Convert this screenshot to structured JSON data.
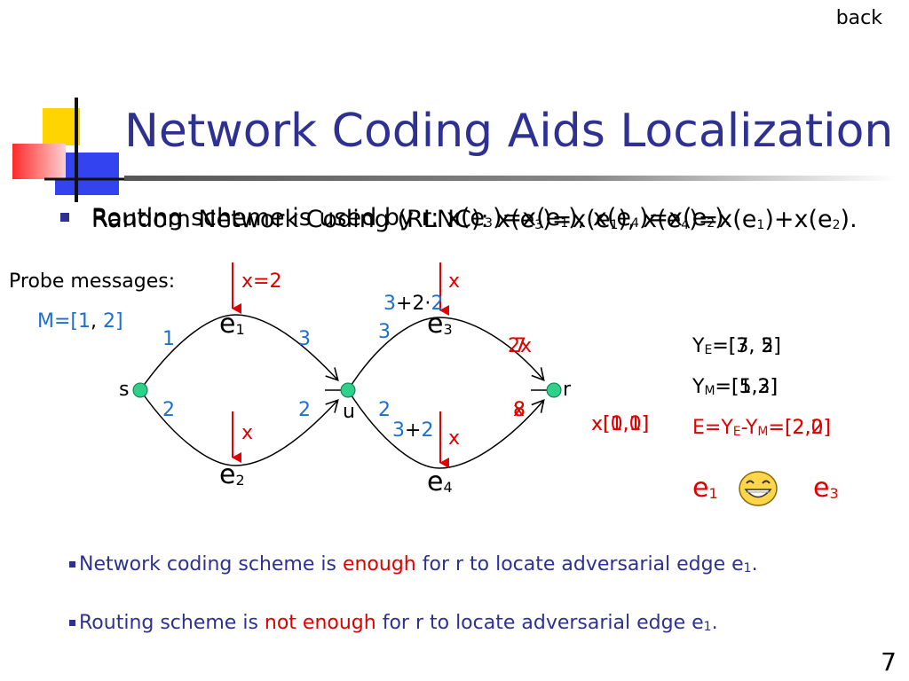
{
  "header": {
    "back_link": "back",
    "title": "Network Coding Aids Localization"
  },
  "bullet": {
    "routing_prefix": "Routing scheme is used by r: x(e",
    "routing_rest": ")=x(e",
    "routing_mid": "), x(e",
    "routing_end": ")=x(e",
    "routing_close": ").",
    "coding_prefix": "Random Network Coding (RLNC): x(e",
    "coding_a": ")=x(e",
    "coding_b": "), x(e",
    "coding_c": ")=x(e",
    "coding_d": ")+x(e",
    "coding_close": ").",
    "sub_1": "1",
    "sub_2": "2",
    "sub_3": "3",
    "sub_4": "4"
  },
  "probe": {
    "label": "Probe messages:",
    "m_prefix": "M=[",
    "m_1": "1",
    "m_sep": ", ",
    "m_2": "2",
    "m_suffix": "]"
  },
  "graph": {
    "nodes": {
      "s": "s",
      "u": "u",
      "r": "r",
      "e": "e",
      "sub_1": "1",
      "sub_2": "2",
      "sub_3": "3",
      "sub_4": "4"
    },
    "injections": {
      "e1": "x=2",
      "e2": "x",
      "e3": "x",
      "e4": "x"
    },
    "edge_labels": {
      "s_e1": "1",
      "e1_u": "3",
      "s_e2": "2",
      "e2_u": "2",
      "u_e3": "3",
      "u_e4": "2",
      "e3_combo_a": "3",
      "e3_combo_b": "+2·",
      "e3_combo_c": "2",
      "e4_combo_a": "3",
      "e4_combo_b": "+",
      "e4_combo_c": "2",
      "e3_r_a": "2x",
      "e3_r_b": "7",
      "e3_r_c": "7",
      "e4_r_a": "x",
      "e4_r_b": "8",
      "e4_r_c": "8",
      "x_vec_a": "x[1,1]",
      "x_vec_b": "x[0,0]"
    }
  },
  "results": {
    "ye_prefix": "Y",
    "ye_sub": "E",
    "ye_a": "=[7, 5]",
    "ye_b": "=[3, 2]",
    "ym_prefix": "Y",
    "ym_sub": "M",
    "ym_a": "=[1,2]",
    "ym_b": "=[5,3]",
    "e_eq_a": "E=Y",
    "e_eq_sub1": "E",
    "e_eq_b": "-Y",
    "e_eq_sub2": "M",
    "e_eq_c": "=[2,0]",
    "e_eq_c2": "=[2,2]",
    "suspect_a": "e",
    "suspect_a_sub": "1",
    "suspect_b": "e",
    "suspect_b_sub": "3"
  },
  "conclusions": {
    "line1_a": "Network coding scheme is ",
    "line1_b": "enough",
    "line1_c": " for r to locate adversarial edge e",
    "line1_sub": "1",
    "line1_d": ".",
    "line2_a": "Routing scheme is ",
    "line2_b": "not enough",
    "line2_c": " for r to locate adversarial edge e",
    "line2_sub": "1",
    "line2_d": "."
  },
  "footer": {
    "page_number": "7"
  },
  "colors": {
    "title": "#2e3192",
    "accent_red": "#e00000",
    "accent_blue": "#1f6fd1",
    "node_green": "#2fd08a"
  }
}
